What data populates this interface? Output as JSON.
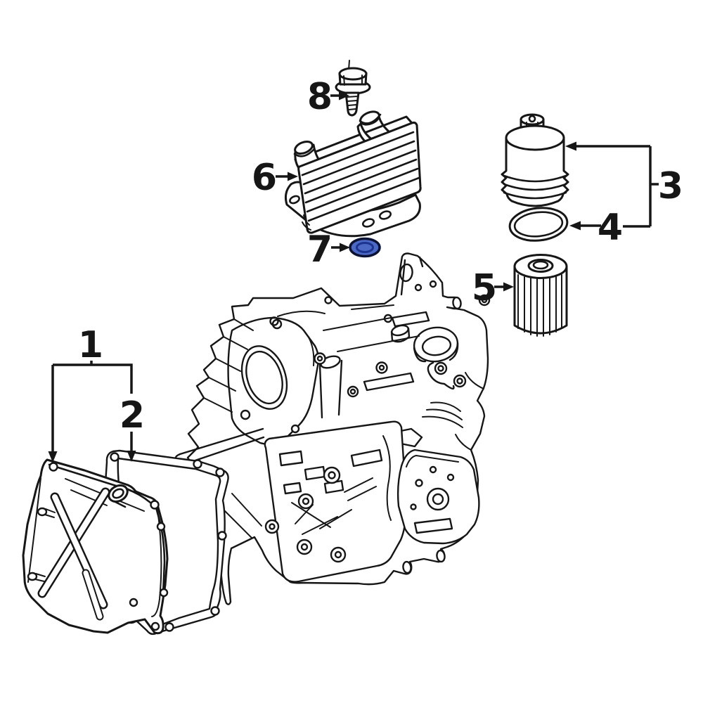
{
  "figure": {
    "type": "exploded-parts-diagram",
    "background_color": "#ffffff",
    "line_color": "#161616",
    "callouts": [
      {
        "label": "1"
      },
      {
        "label": "2"
      },
      {
        "label": "3"
      },
      {
        "label": "4"
      },
      {
        "label": "5"
      },
      {
        "label": "6"
      },
      {
        "label": "7"
      },
      {
        "label": "8"
      }
    ],
    "highlighted_part": {
      "callout": "7",
      "fill_color": "#4a68c4",
      "outline_color": "#0c1233",
      "inner_ring_color": "#1d3390"
    }
  }
}
